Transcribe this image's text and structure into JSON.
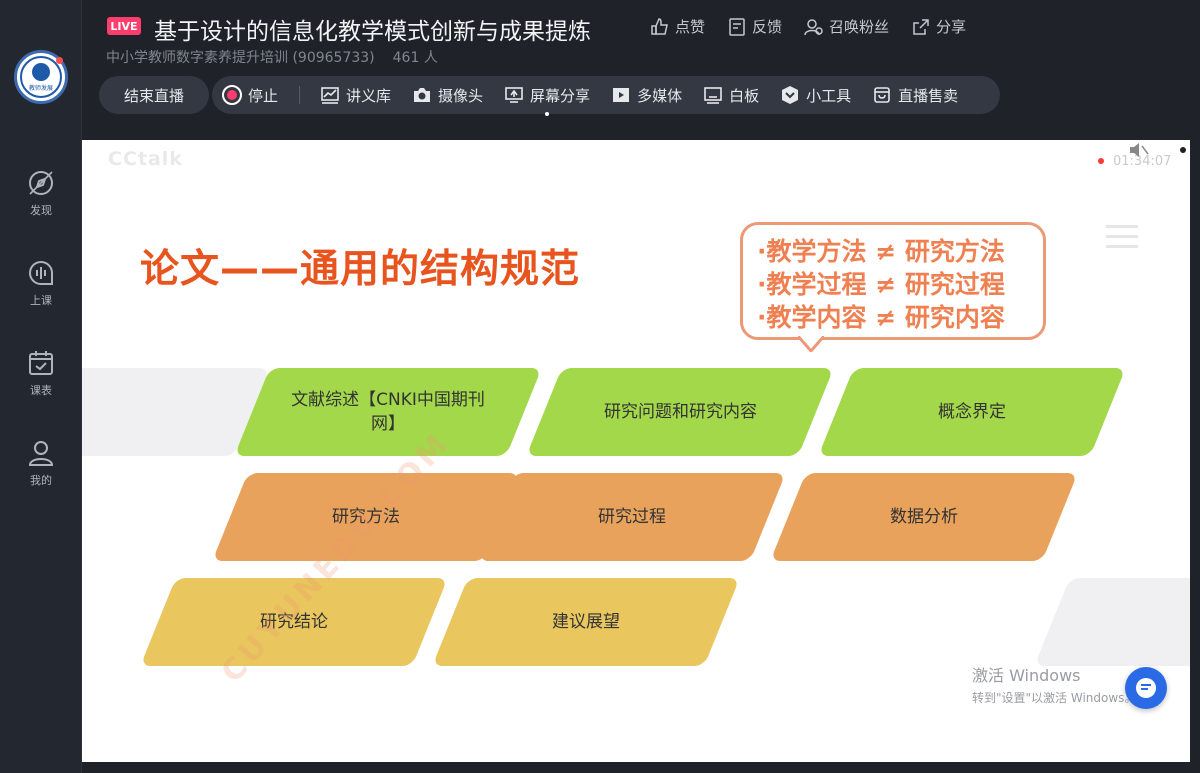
{
  "header": {
    "live_badge": "LIVE",
    "title": "基于设计的信息化教学模式创新与成果提炼",
    "channel": "中小学教师数字素养提升培训 (90965733)",
    "viewer_count": "461 人",
    "actions": [
      {
        "label": "点赞",
        "icon": "thumbs-up-icon"
      },
      {
        "label": "反馈",
        "icon": "feedback-icon"
      },
      {
        "label": "召唤粉丝",
        "icon": "fans-icon"
      },
      {
        "label": "分享",
        "icon": "share-icon"
      }
    ]
  },
  "toolbar": {
    "end_label": "结束直播",
    "stop_label": "停止",
    "tools": [
      {
        "label": "讲义库",
        "icon": "chart-icon"
      },
      {
        "label": "摄像头",
        "icon": "camera-icon"
      },
      {
        "label": "屏幕分享",
        "icon": "screen-share-icon",
        "active": true
      },
      {
        "label": "多媒体",
        "icon": "play-icon"
      },
      {
        "label": "白板",
        "icon": "whiteboard-icon"
      },
      {
        "label": "小工具",
        "icon": "toolbox-icon"
      },
      {
        "label": "直播售卖",
        "icon": "shop-icon"
      }
    ]
  },
  "sidebar": {
    "logo_text": "教师发展",
    "items": [
      {
        "label": "发现",
        "icon": "compass-icon"
      },
      {
        "label": "上课",
        "icon": "broadcast-icon"
      },
      {
        "label": "课表",
        "icon": "calendar-icon"
      },
      {
        "label": "我的",
        "icon": "user-icon"
      }
    ]
  },
  "stage": {
    "brand": "CCtalk",
    "timer": "01:34:07",
    "slide": {
      "title": "论文——通用的结构规范",
      "bubble_lines": [
        "·教学方法 ≠ 研究方法",
        "·教学过程 ≠ 研究过程",
        "·教学内容 ≠ 研究内容"
      ],
      "rows": [
        {
          "color": "green",
          "items": [
            "文献综述【CNKI中国期刊网】",
            "研究问题和研究内容",
            "概念界定"
          ]
        },
        {
          "color": "orange",
          "items": [
            "研究方法",
            "研究过程",
            "数据分析"
          ]
        },
        {
          "color": "yellow",
          "items": [
            "研究结论",
            "建议展望"
          ]
        }
      ]
    },
    "watermark": "CUYUNEDU.COM",
    "activate_line1": "激活 Windows",
    "activate_line2": "转到\"设置\"以激活 Windows。"
  },
  "colors": {
    "live": "#ff3d6e",
    "slide_title": "#e8541e",
    "bubble": "#ef8052",
    "green": "#a3d84a",
    "orange": "#e9a25c",
    "yellow": "#e9c65e",
    "chat_fab": "#2a6ae6"
  }
}
